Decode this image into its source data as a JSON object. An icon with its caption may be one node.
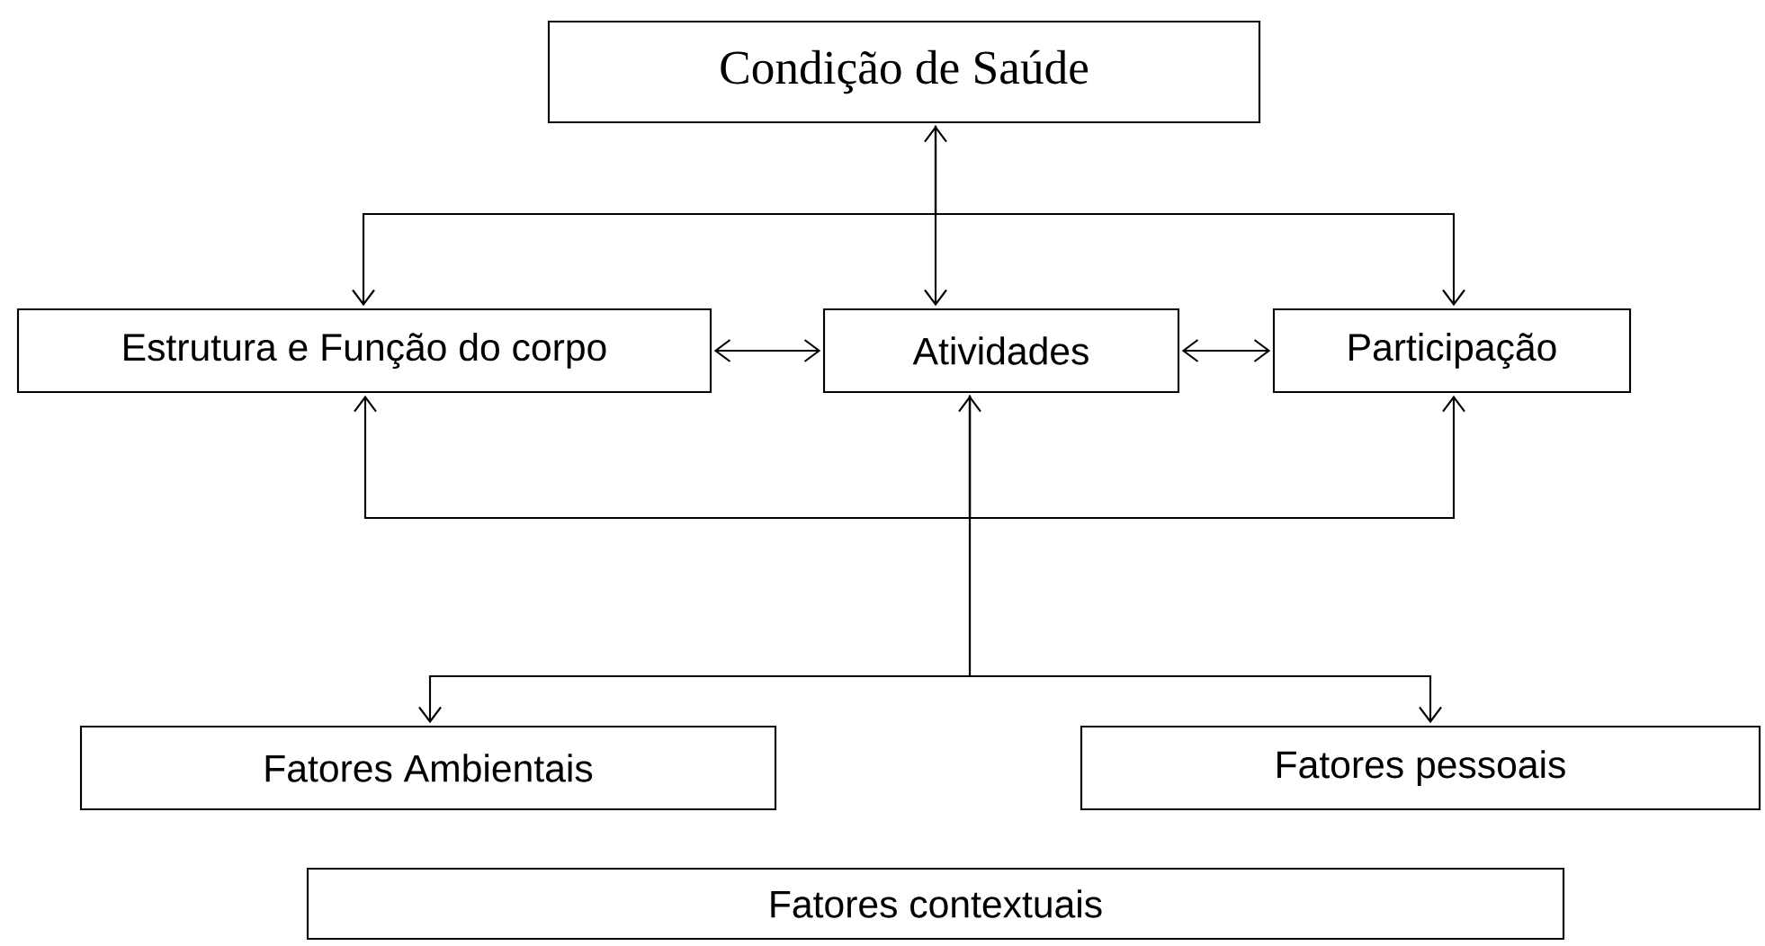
{
  "diagram": {
    "nodes": [
      {
        "text": [
          "Condição de Saúde"
        ]
      },
      {
        "text": [
          "Estrutura e Função do corpo"
        ]
      },
      {
        "text": [
          "Atividades"
        ]
      },
      {
        "text": [
          "Participação"
        ]
      },
      {
        "text": [
          "Fatores Ambientais"
        ]
      },
      {
        "text": [
          "Fatores pessoais"
        ]
      },
      {
        "text": [
          "Fatores contextuais"
        ]
      }
    ],
    "edges": [
      {
        "from": 0,
        "to": 2,
        "arrow": "both"
      },
      {
        "from": 0,
        "to": 1,
        "arrow": "to"
      },
      {
        "from": 0,
        "to": 3,
        "arrow": "to"
      },
      {
        "from": 1,
        "to": 2,
        "arrow": "both"
      },
      {
        "from": 2,
        "to": 3,
        "arrow": "both"
      },
      {
        "from": 2,
        "to": 4,
        "arrow": "both"
      },
      {
        "from": 2,
        "to": 5,
        "arrow": "to"
      },
      {
        "from": 2,
        "to": 1,
        "arrow": "to"
      },
      {
        "from": 2,
        "to": 3,
        "arrow": "to"
      }
    ]
  }
}
